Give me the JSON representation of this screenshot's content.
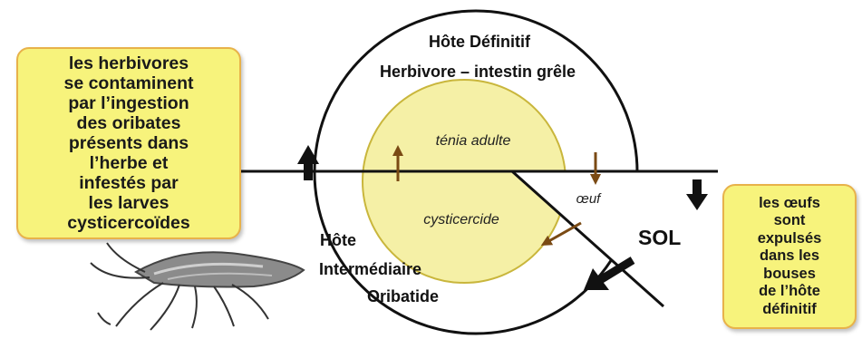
{
  "diagram": {
    "definitive_host_title": "Hôte Définitif",
    "definitive_host_subtitle": "Herbivore – intestin grêle",
    "adult_stage": "ténia adulte",
    "egg_stage": "œuf",
    "larva_stage": "cysticercide",
    "soil_label": "SOL",
    "intermediate_host": [
      "Hôte",
      "Intermédiaire",
      "Oribatide"
    ]
  },
  "notes": {
    "left": [
      "les herbivores",
      "se contaminent",
      "par l’ingestion",
      "des oribates",
      "présents dans",
      "l’herbe et",
      "infestés par",
      "les larves",
      "cysticercoïdes"
    ],
    "right": [
      "les œufs",
      "sont",
      "expulsés",
      "dans les",
      "bouses",
      "de l’hôte",
      "définitif"
    ]
  },
  "colors": {
    "inner_circle_fill": "#f5f0a6",
    "note_fill": "#f7f37c",
    "note_border": "#e8b24a",
    "stage_arrow": "#7a4a14"
  },
  "icons": {
    "mite": "oribatid-mite-illustration"
  }
}
